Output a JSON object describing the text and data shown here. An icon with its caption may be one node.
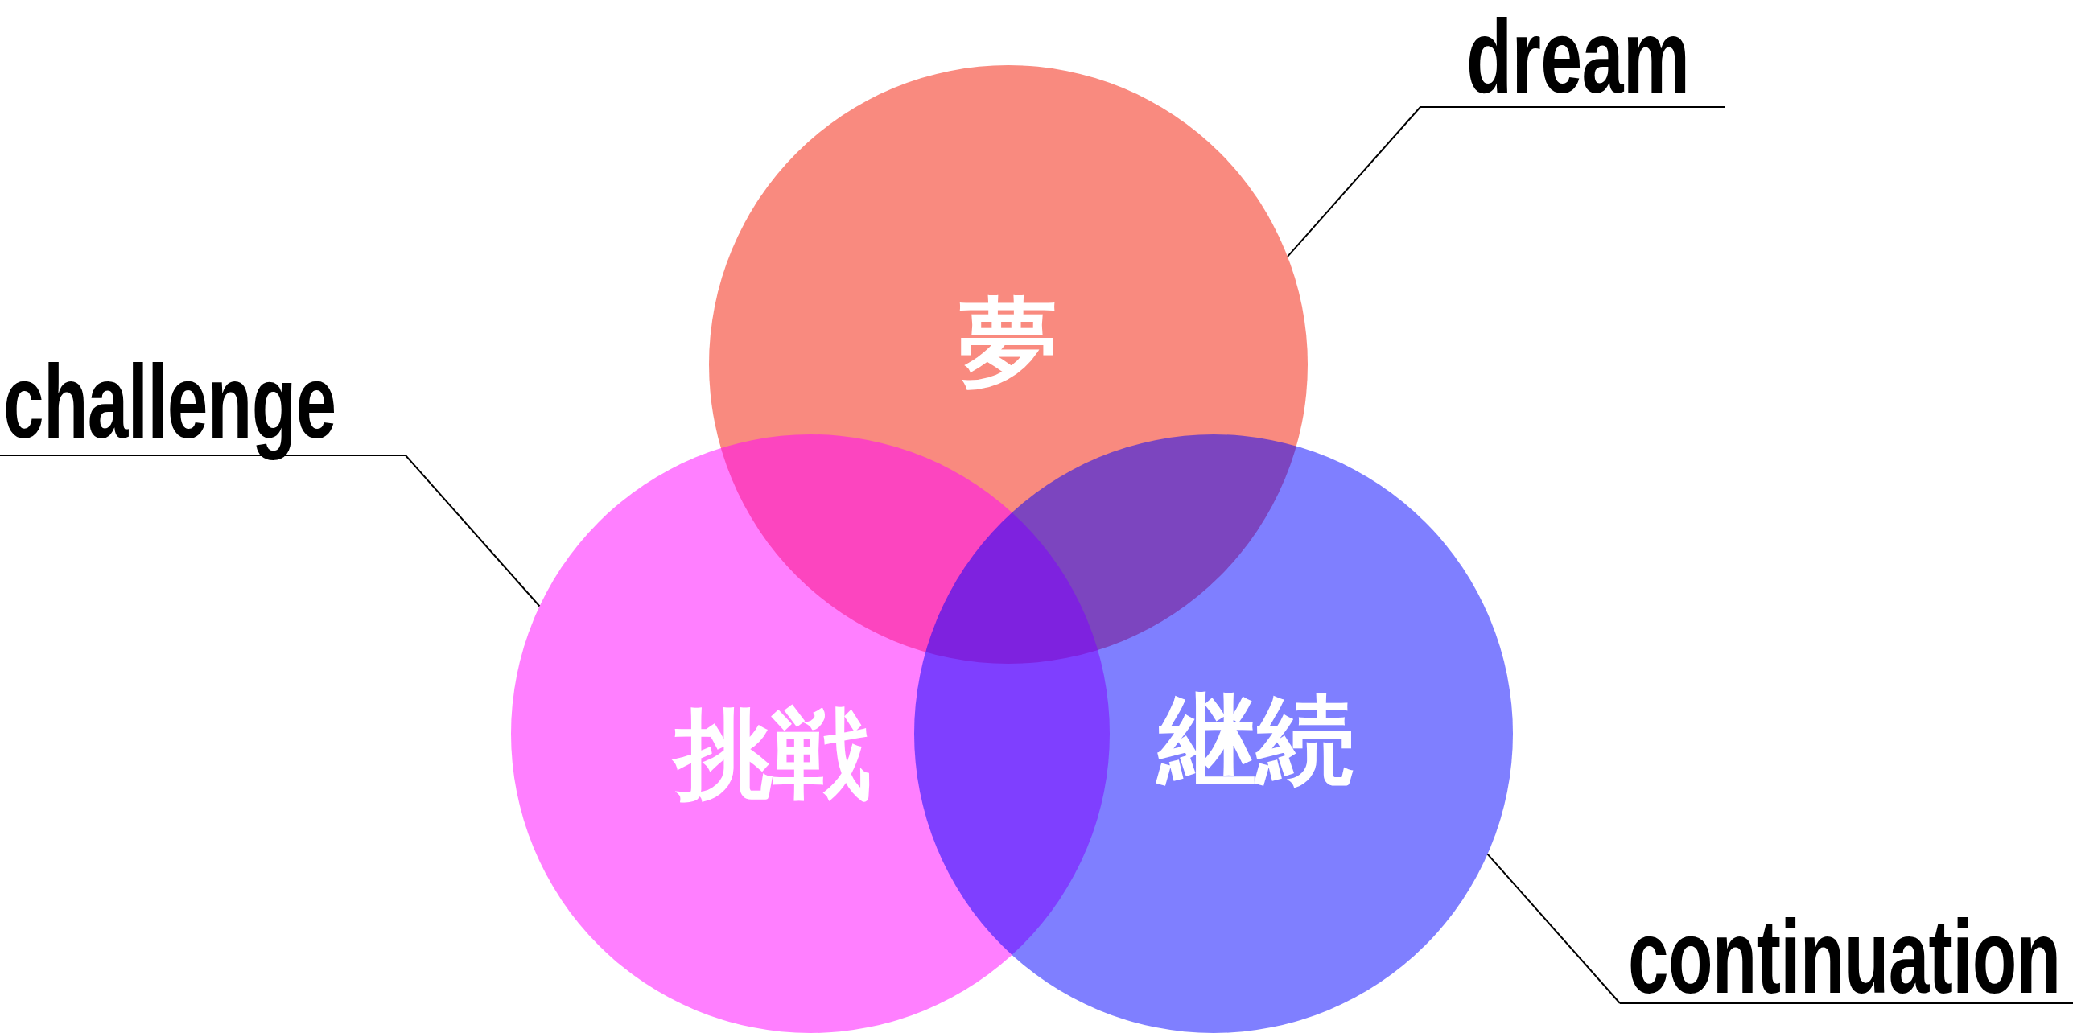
{
  "diagram": {
    "nodes": [
      {
        "text": [
          "dream"
        ]
      },
      {
        "text": [
          "夢"
        ]
      },
      {
        "text": [
          "challenge"
        ]
      },
      {
        "text": [
          "挑戦"
        ]
      },
      {
        "text": [
          "継続"
        ]
      },
      {
        "text": [
          "continuation"
        ]
      }
    ],
    "edges": [
      {
        "from": 0,
        "to": 1,
        "arrow": "none"
      },
      {
        "from": 2,
        "to": 3,
        "arrow": "none"
      },
      {
        "from": 5,
        "to": 4,
        "arrow": "none"
      }
    ]
  }
}
